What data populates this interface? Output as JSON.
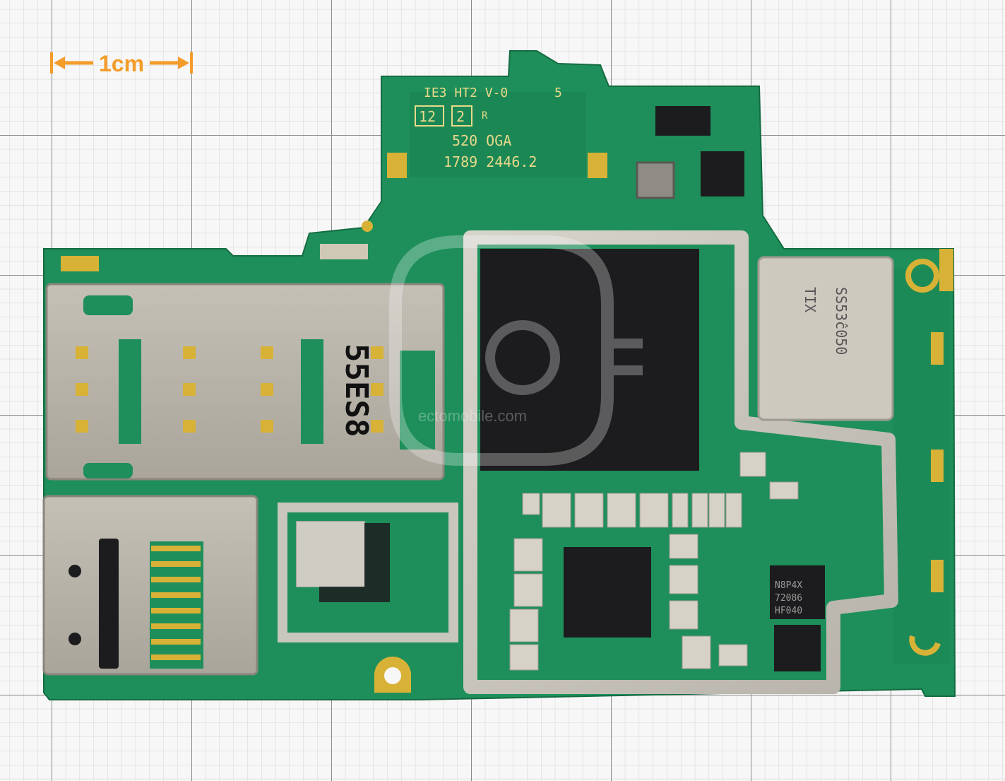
{
  "scale_bar": {
    "label": "1cm",
    "color": "#f39c2a"
  },
  "board": {
    "silkscreen": {
      "revision": "IE3 HT2 V-0",
      "rev_letter": "5",
      "box_a": "12",
      "box_b": "2",
      "cert_mark": "R",
      "code_1": "520 OGA",
      "code_2": "1789 2446.2",
      "sim_label": "55ES8"
    },
    "chips": {
      "rf_module_line1": "SS53ĉ050",
      "rf_module_line2": "TIX",
      "nfc_line1": "N8P4X",
      "nfc_line2": "72086",
      "nfc_line3": "HF040"
    },
    "watermark": "ectomobile.com",
    "colors": {
      "pcb": "#1e8f5a",
      "shield": "#c9c6bd",
      "chip": "#1c1c1e",
      "gold": "#d8b236",
      "grid_major": "#8d8d8d",
      "grid_minor": "#cfcfcf"
    }
  }
}
